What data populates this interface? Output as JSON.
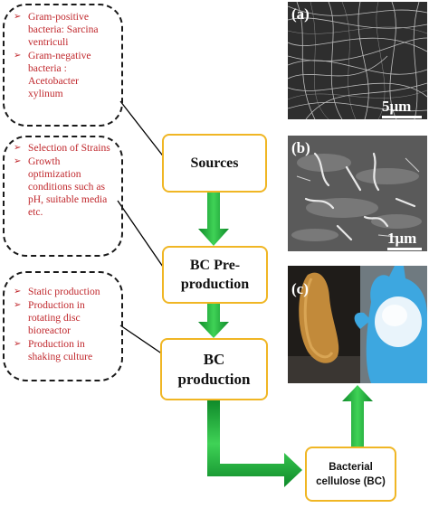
{
  "callouts": {
    "sources": {
      "items": [
        "Gram-positive bacteria: Sarcina ventriculi",
        "Gram-negative bacteria : Acetobacter xylinum"
      ]
    },
    "preproduction": {
      "items": [
        "Selection of Strains",
        "Growth optimization conditions such as pH, suitable media etc."
      ]
    },
    "production": {
      "items": [
        "Static production",
        "Production in rotating disc bioreactor",
        "Production in shaking culture"
      ]
    }
  },
  "bullet_glyph": "➢",
  "flow": {
    "sources": "Sources",
    "pre_line1": "BC Pre-",
    "pre_line2": "production",
    "prod_line1": "BC",
    "prod_line2": "production",
    "final_line1": "Bacterial",
    "final_line2": "cellulose (BC)"
  },
  "panels": {
    "a": {
      "label": "(a)",
      "scale": "5μm"
    },
    "b": {
      "label": "(b)",
      "scale": "1μm"
    },
    "c": {
      "label": "(c)"
    }
  },
  "colors": {
    "arrow": "#22b43c",
    "box_border": "#f0b624",
    "callout_text": "#c0282d"
  }
}
